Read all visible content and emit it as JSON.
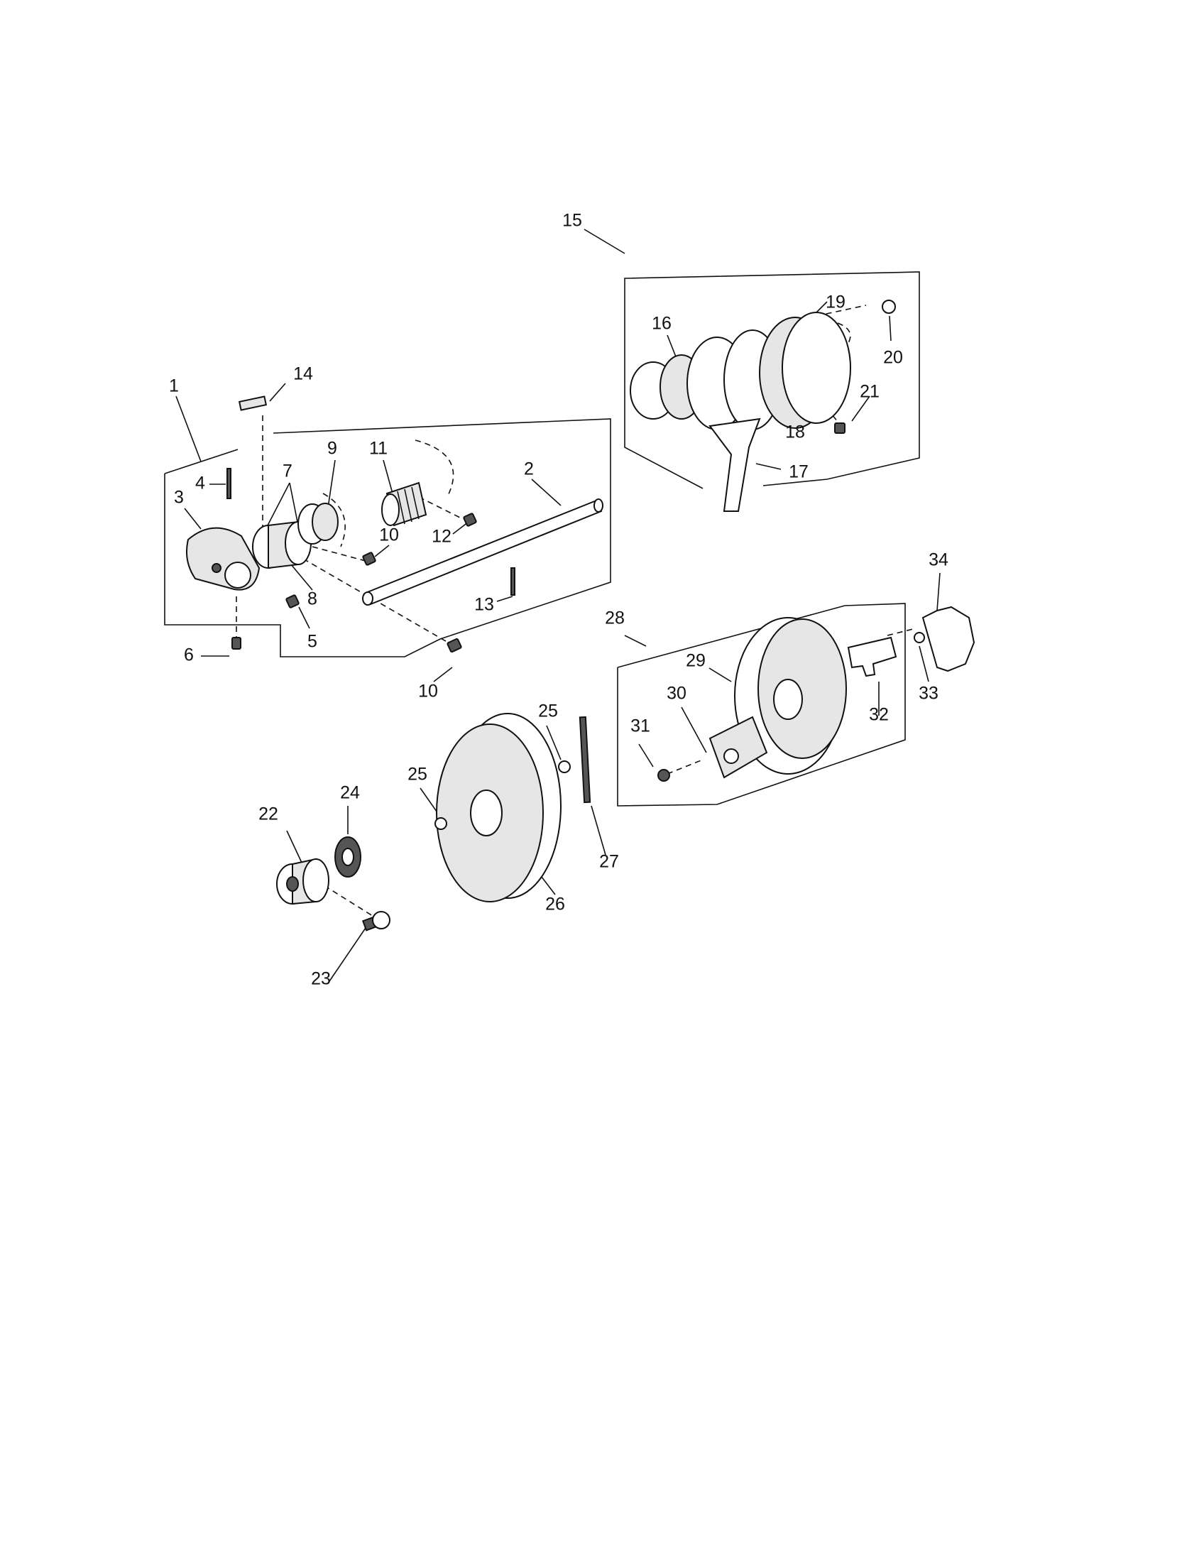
{
  "callouts": [
    {
      "id": "1",
      "text": "1"
    },
    {
      "id": "2",
      "text": "2"
    },
    {
      "id": "3",
      "text": "3"
    },
    {
      "id": "4",
      "text": "4"
    },
    {
      "id": "5",
      "text": "5"
    },
    {
      "id": "6",
      "text": "6"
    },
    {
      "id": "7",
      "text": "7"
    },
    {
      "id": "8",
      "text": "8"
    },
    {
      "id": "9",
      "text": "9"
    },
    {
      "id": "10a",
      "text": "10"
    },
    {
      "id": "10b",
      "text": "10"
    },
    {
      "id": "11",
      "text": "11"
    },
    {
      "id": "12",
      "text": "12"
    },
    {
      "id": "13",
      "text": "13"
    },
    {
      "id": "14",
      "text": "14"
    },
    {
      "id": "15",
      "text": "15"
    },
    {
      "id": "16",
      "text": "16"
    },
    {
      "id": "17",
      "text": "17"
    },
    {
      "id": "18",
      "text": "18"
    },
    {
      "id": "19",
      "text": "19"
    },
    {
      "id": "20",
      "text": "20"
    },
    {
      "id": "21",
      "text": "21"
    },
    {
      "id": "22",
      "text": "22"
    },
    {
      "id": "23",
      "text": "23"
    },
    {
      "id": "24",
      "text": "24"
    },
    {
      "id": "25a",
      "text": "25"
    },
    {
      "id": "25b",
      "text": "25"
    },
    {
      "id": "26",
      "text": "26"
    },
    {
      "id": "27",
      "text": "27"
    },
    {
      "id": "28",
      "text": "28"
    },
    {
      "id": "29",
      "text": "29"
    },
    {
      "id": "30",
      "text": "30"
    },
    {
      "id": "31",
      "text": "31"
    },
    {
      "id": "32",
      "text": "32"
    },
    {
      "id": "33",
      "text": "33"
    },
    {
      "id": "34",
      "text": "34"
    }
  ]
}
